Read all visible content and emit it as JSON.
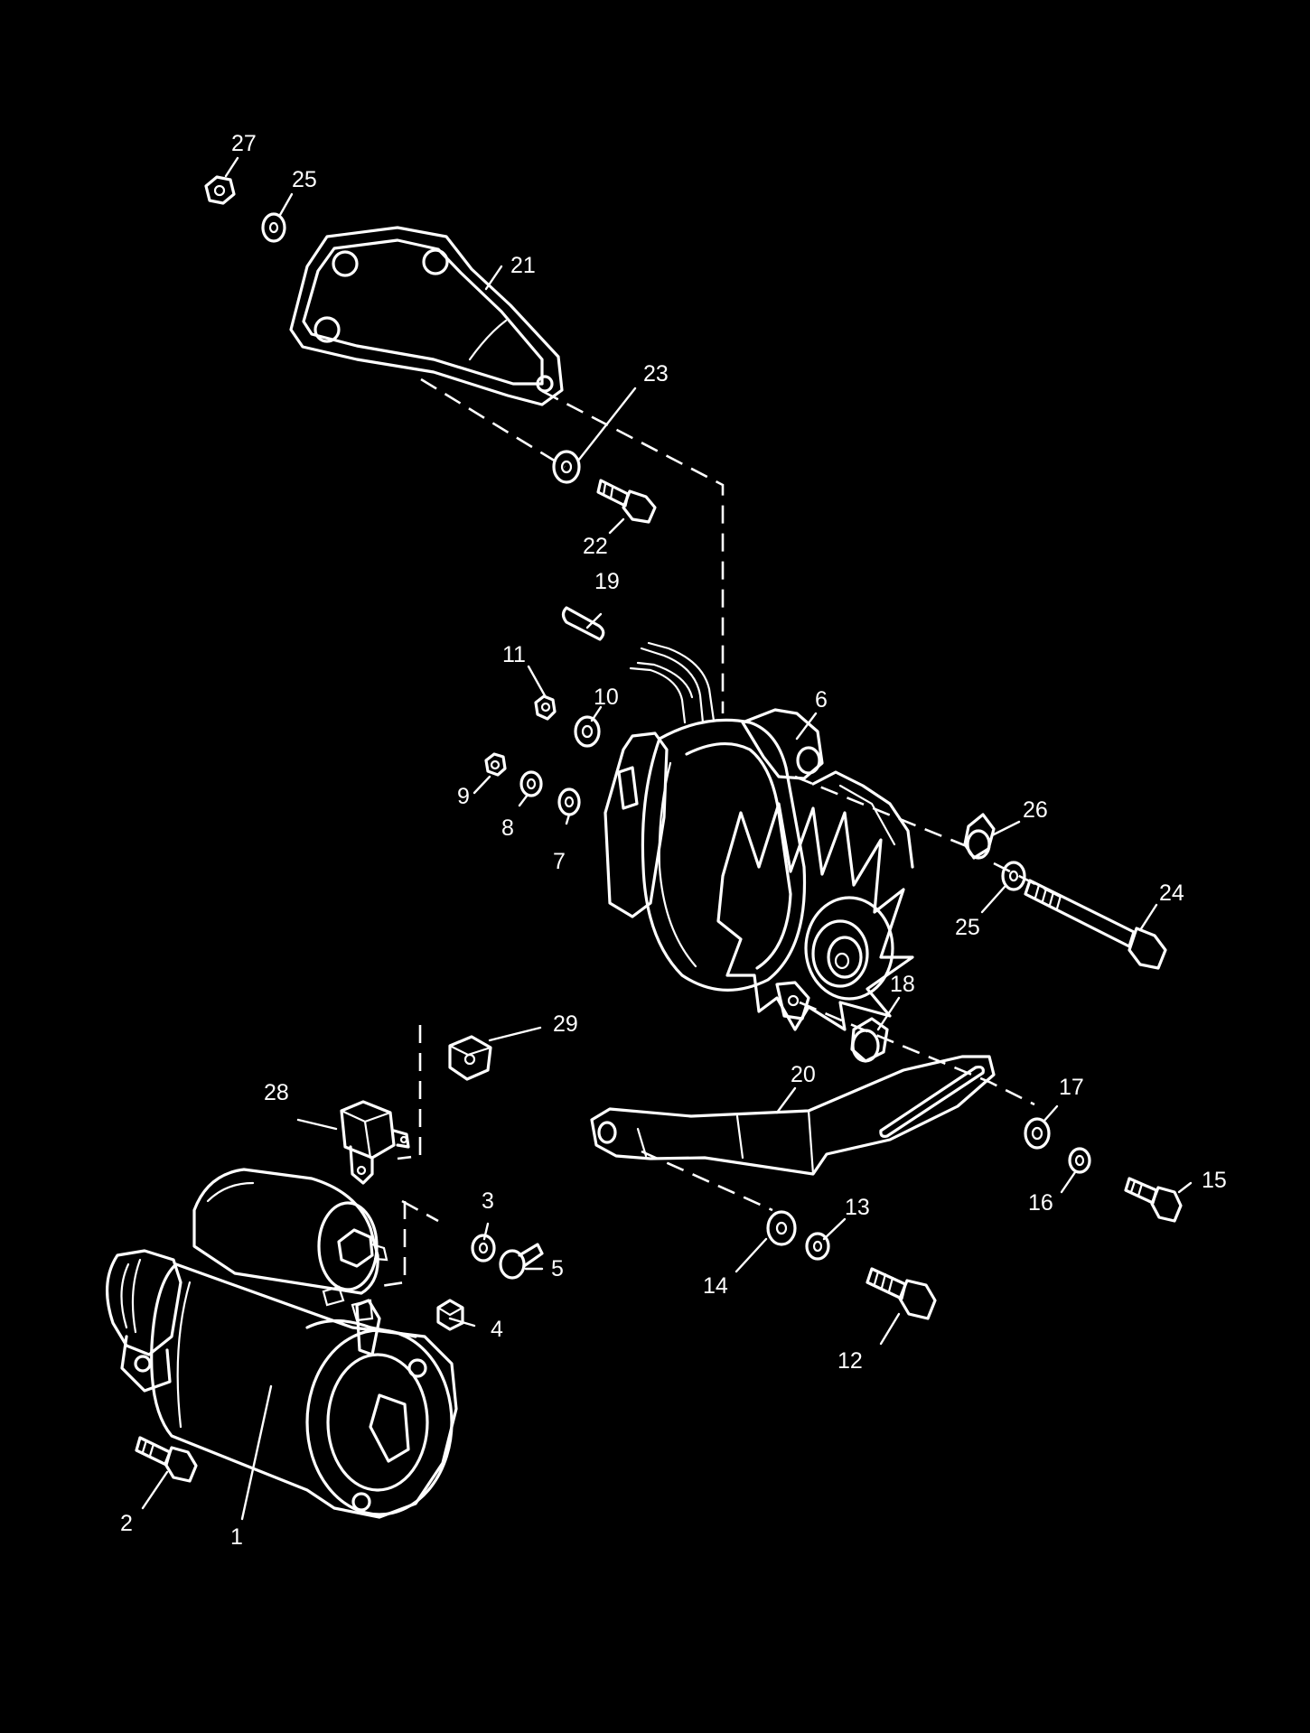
{
  "callouts": [
    {
      "label": "1",
      "part": "starter-motor"
    },
    {
      "label": "2",
      "part": "starter-bolt"
    },
    {
      "label": "3",
      "part": "lock-washer"
    },
    {
      "label": "4",
      "part": "nut"
    },
    {
      "label": "5",
      "part": "screw"
    },
    {
      "label": "6",
      "part": "alternator"
    },
    {
      "label": "7",
      "part": "washer"
    },
    {
      "label": "8",
      "part": "lock-washer"
    },
    {
      "label": "9",
      "part": "nut"
    },
    {
      "label": "10",
      "part": "washer"
    },
    {
      "label": "11",
      "part": "nut"
    },
    {
      "label": "12",
      "part": "bolt"
    },
    {
      "label": "13",
      "part": "lock-washer"
    },
    {
      "label": "14",
      "part": "washer"
    },
    {
      "label": "15",
      "part": "bolt"
    },
    {
      "label": "16",
      "part": "lock-washer"
    },
    {
      "label": "17",
      "part": "washer"
    },
    {
      "label": "18",
      "part": "spacer"
    },
    {
      "label": "19",
      "part": "pin"
    },
    {
      "label": "20",
      "part": "adjusting-bracket"
    },
    {
      "label": "21",
      "part": "mounting-bracket"
    },
    {
      "label": "22",
      "part": "bolt"
    },
    {
      "label": "23",
      "part": "washer"
    },
    {
      "label": "24",
      "part": "bolt"
    },
    {
      "label": "25",
      "part": "washer"
    },
    {
      "label": "25",
      "part": "washer"
    },
    {
      "label": "26",
      "part": "spacer"
    },
    {
      "label": "27",
      "part": "nut"
    },
    {
      "label": "28",
      "part": "relay"
    },
    {
      "label": "29",
      "part": "clip-nut"
    }
  ],
  "colors": {
    "background": "#000000",
    "line": "#ffffff"
  }
}
